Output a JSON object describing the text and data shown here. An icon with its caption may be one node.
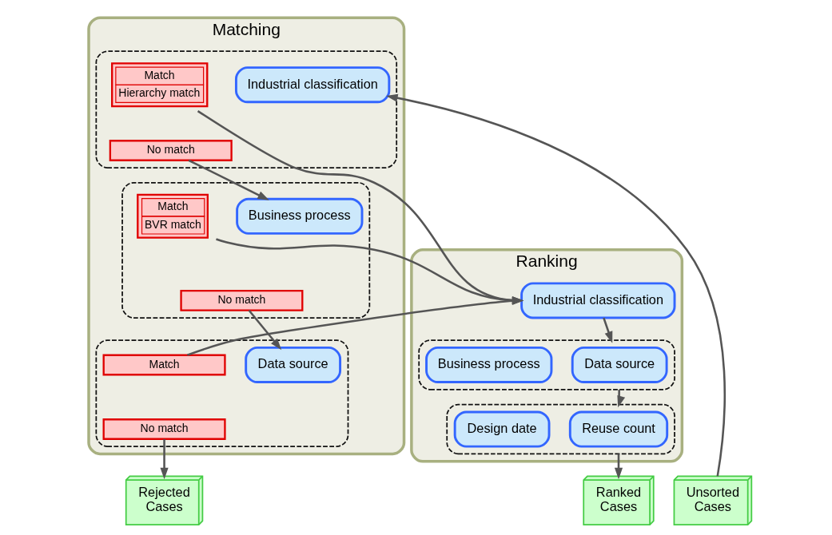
{
  "diagram": {
    "nodes": [
      {
        "text": [
          "Matching"
        ]
      },
      {
        "text": [],
        "shape": "box",
        "in": 0
      },
      {
        "text": [
          "Industrial classification"
        ],
        "in": 1
      },
      {
        "text": [
          "Match",
          "Hierarchy match"
        ],
        "in": 1
      },
      {
        "text": [
          "No match"
        ],
        "in": 1
      },
      {
        "text": [],
        "shape": "box",
        "in": 0
      },
      {
        "text": [
          "Business process"
        ],
        "in": 5
      },
      {
        "text": [
          "Match",
          "BVR match"
        ],
        "in": 5
      },
      {
        "text": [
          "No match"
        ],
        "in": 5
      },
      {
        "text": [],
        "shape": "box",
        "in": 0
      },
      {
        "text": [
          "Data source"
        ],
        "in": 9
      },
      {
        "text": [
          "Match"
        ],
        "in": 9
      },
      {
        "text": [
          "No match"
        ],
        "in": 9
      },
      {
        "text": [
          "Ranking"
        ]
      },
      {
        "text": [
          "Industrial classification"
        ],
        "in": 13
      },
      {
        "text": [],
        "shape": "box",
        "in": 13
      },
      {
        "text": [
          "Data source"
        ],
        "in": 15
      },
      {
        "text": [
          "Business process"
        ],
        "in": 15
      },
      {
        "text": [],
        "shape": "box",
        "in": 13
      },
      {
        "text": [
          "Reuse count"
        ],
        "in": 18
      },
      {
        "text": [
          "Design date"
        ],
        "in": 18
      },
      {
        "text": [
          "Unsorted Cases"
        ]
      },
      {
        "text": [
          "Rejected Cases"
        ]
      },
      {
        "text": [
          "Ranked Cases"
        ]
      }
    ],
    "edges": [
      {
        "from": 21,
        "to": 2,
        "arrow": "to"
      },
      {
        "from": 3,
        "to": 14,
        "arrow": "to"
      },
      {
        "from": 4,
        "to": 6,
        "arrow": "to"
      },
      {
        "from": 7,
        "to": 14,
        "arrow": "to"
      },
      {
        "from": 8,
        "to": 10,
        "arrow": "to"
      },
      {
        "from": 11,
        "to": 14,
        "arrow": "to"
      },
      {
        "from": 12,
        "to": 22,
        "arrow": "to"
      },
      {
        "from": 14,
        "to": 15,
        "arrow": "to"
      },
      {
        "from": 15,
        "to": 18,
        "arrow": "to"
      },
      {
        "from": 18,
        "to": 23,
        "arrow": "to"
      }
    ]
  }
}
